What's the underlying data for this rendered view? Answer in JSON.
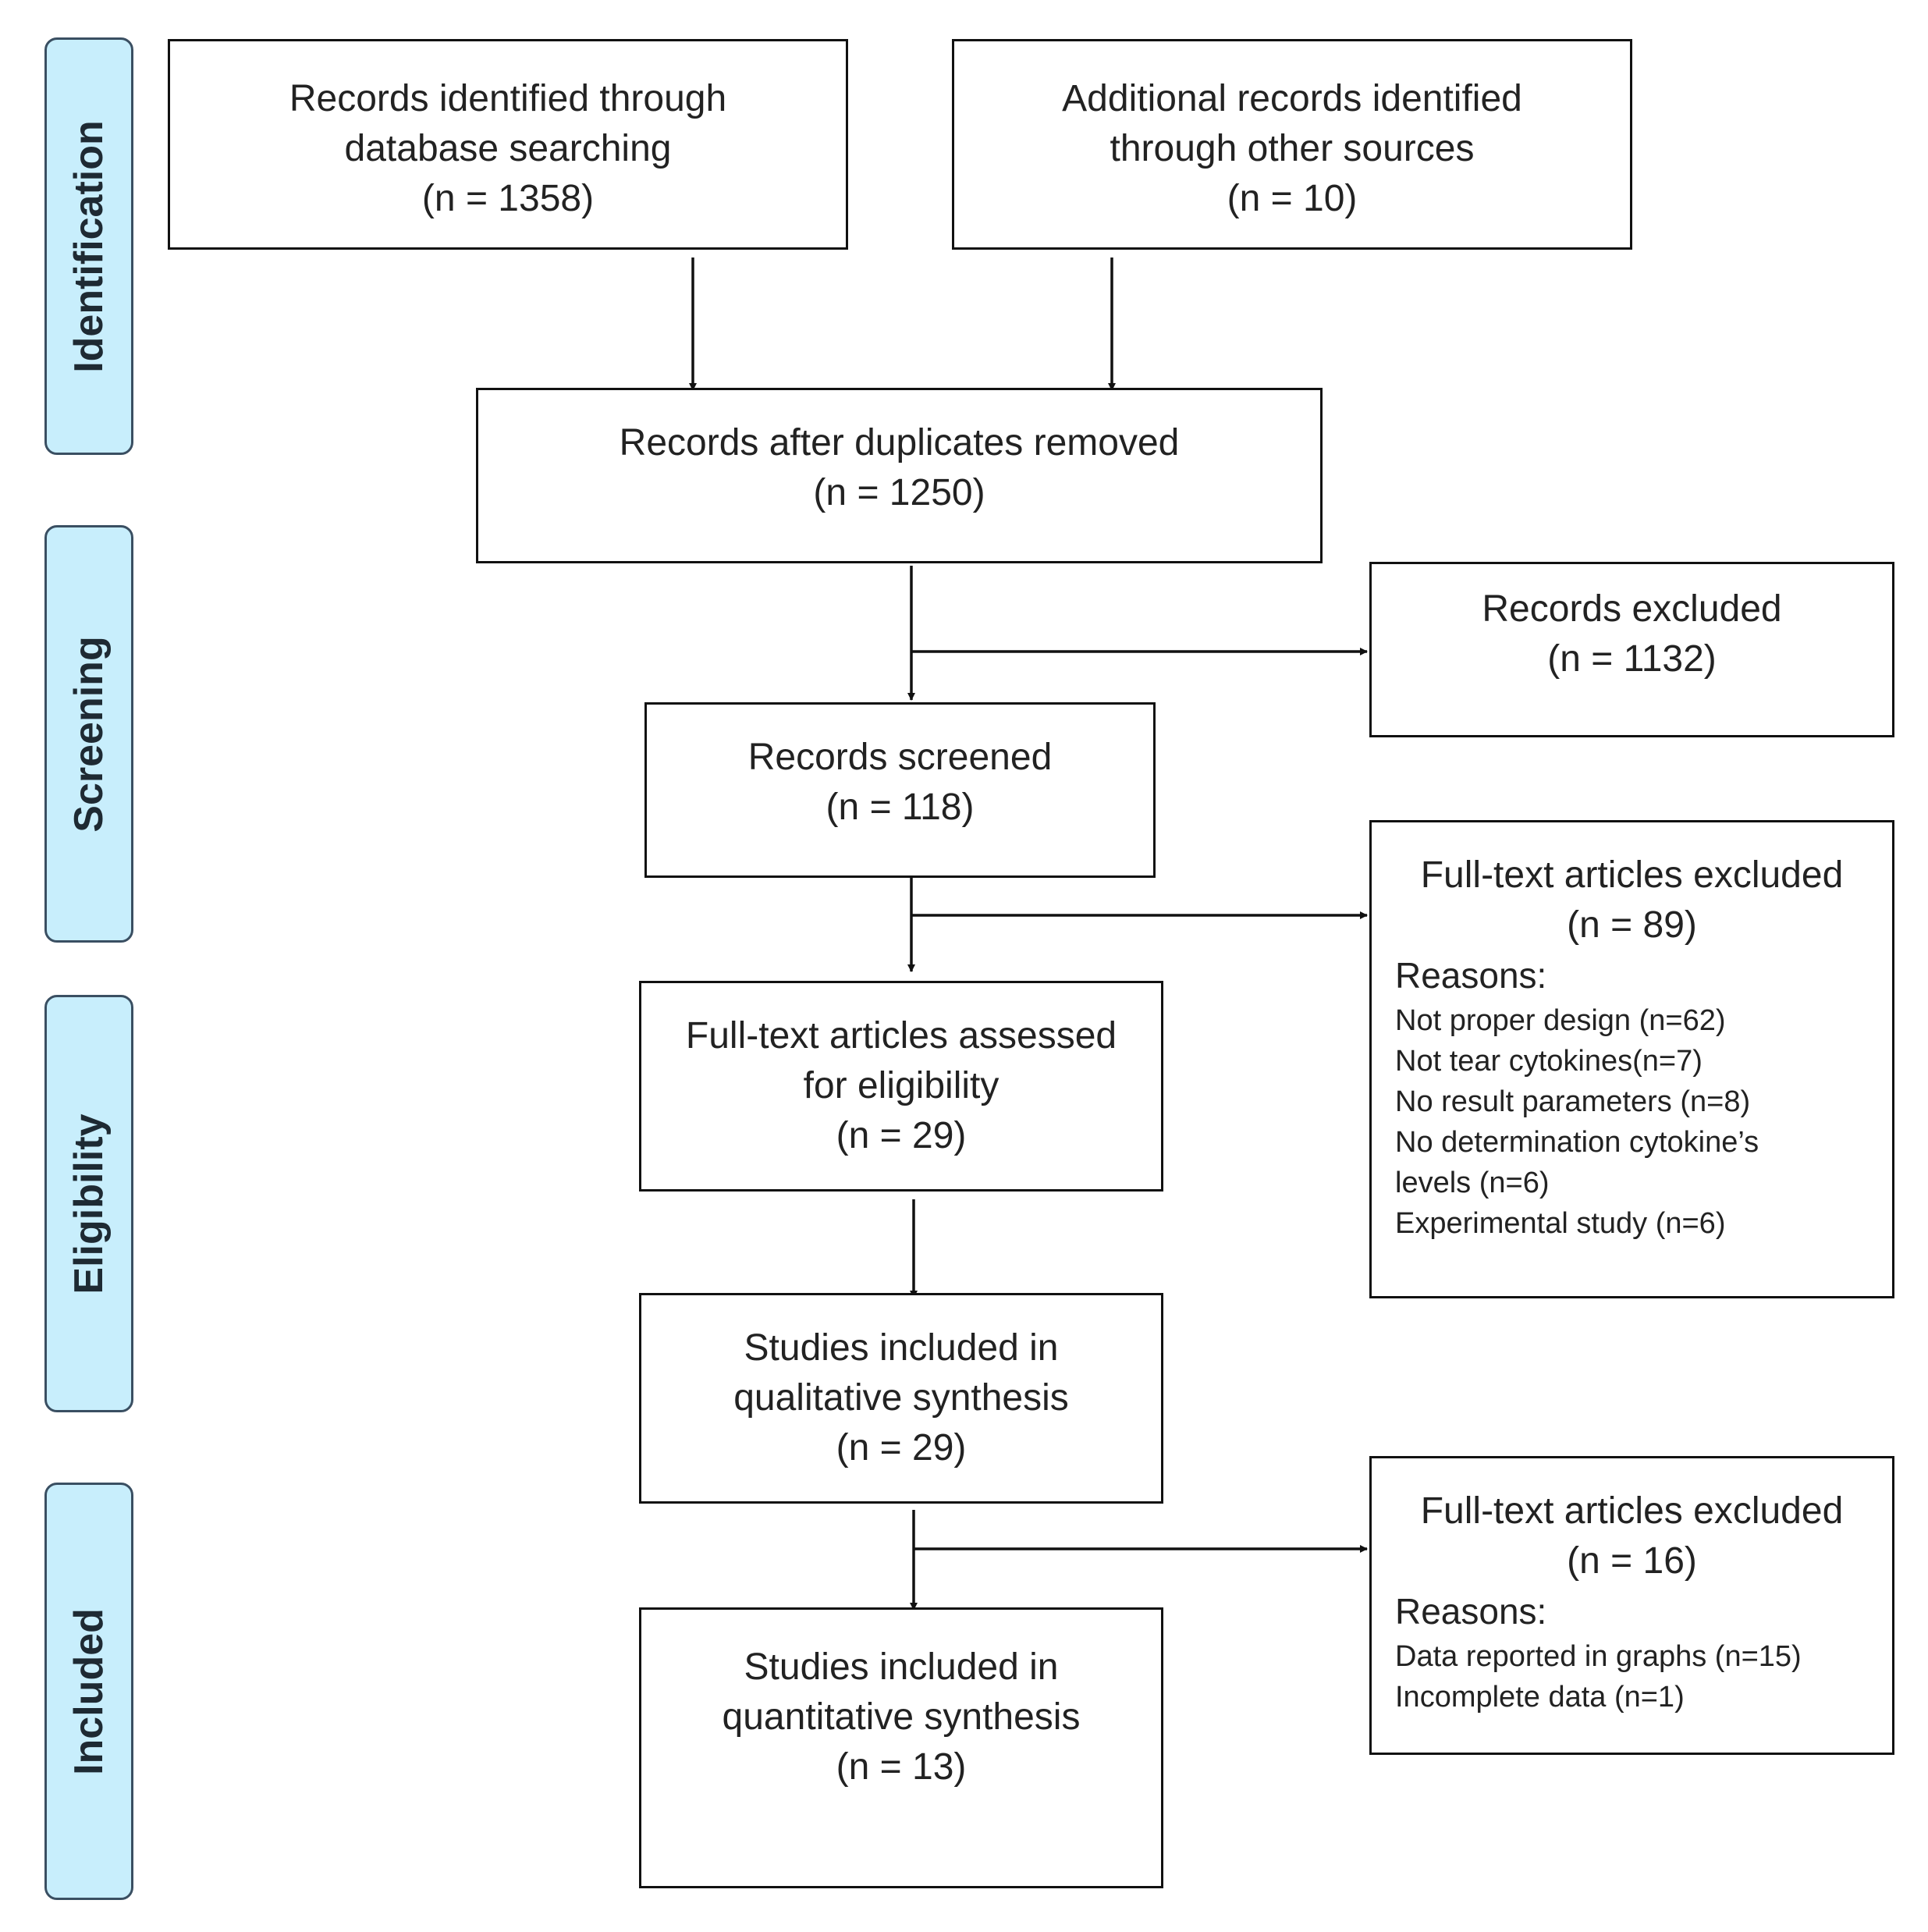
{
  "stages": {
    "identification": "Identification",
    "screening": "Screening",
    "eligibility": "Eligibility",
    "included": "Included"
  },
  "boxes": {
    "database": {
      "line1": "Records identified through",
      "line2": "database searching",
      "count": "(n = 1358)"
    },
    "other": {
      "line1": "Additional records identified",
      "line2": "through other sources",
      "count": "(n = 10)"
    },
    "duplicates": {
      "line1": "Records after duplicates removed",
      "count": "(n = 1250)"
    },
    "excluded_records": {
      "line1": "Records excluded",
      "count": "(n =  1132)"
    },
    "screened": {
      "line1": "Records screened",
      "count": "(n = 118)"
    },
    "fulltext_excluded": {
      "line1": "Full-text articles excluded",
      "count": "(n =  89)",
      "reasons_title": "Reasons:",
      "reasons": [
        "Not proper design (n=62)",
        "Not tear cytokines(n=7)",
        "No result parameters (n=8)",
        "No determination cytokine’s",
        "levels (n=6)",
        "Experimental study (n=6)"
      ]
    },
    "assessed": {
      "line1": "Full-text articles assessed",
      "line2": "for eligibility",
      "count": "(n = 29)"
    },
    "qualitative": {
      "line1": "Studies included in",
      "line2": "qualitative synthesis",
      "count": "(n = 29)"
    },
    "fulltext_excluded2": {
      "line1": "Full-text articles excluded",
      "count": "(n =  16)",
      "reasons_title": "Reasons:",
      "reasons": [
        "Data reported in graphs (n=15)",
        "Incomplete data (n=1)"
      ]
    },
    "quantitative": {
      "line1": "Studies included in",
      "line2": "quantitative synthesis",
      "count": "(n = 13)"
    }
  }
}
